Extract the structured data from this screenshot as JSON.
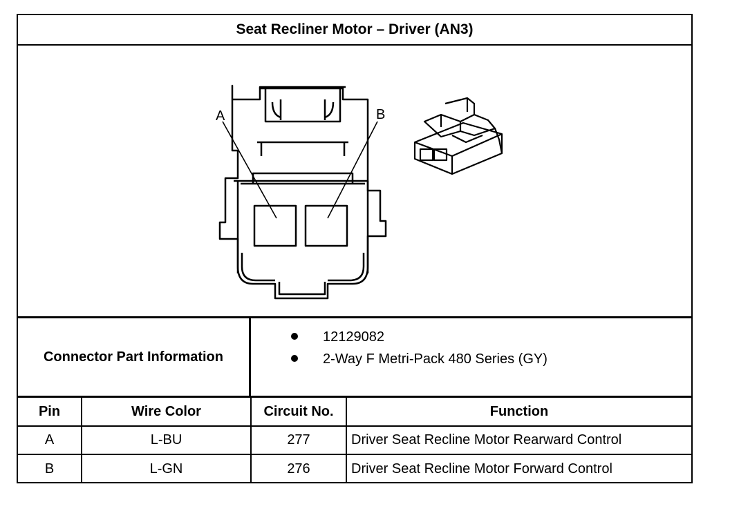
{
  "title": "Seat Recliner Motor – Driver (AN3)",
  "diagram": {
    "pin_labels": [
      "A",
      "B"
    ],
    "icons": [
      "connector-face-view",
      "connector-perspective-view"
    ]
  },
  "connector_info": {
    "label": "Connector Part Information",
    "items": [
      "12129082",
      "2-Way F Metri-Pack 480 Series (GY)"
    ]
  },
  "pin_table": {
    "headers": [
      "Pin",
      "Wire Color",
      "Circuit No.",
      "Function"
    ],
    "rows": [
      {
        "pin": "A",
        "wire_color": "L-BU",
        "circuit": "277",
        "function": "Driver Seat Recline Motor Rearward Control"
      },
      {
        "pin": "B",
        "wire_color": "L-GN",
        "circuit": "276",
        "function": "Driver Seat Recline Motor Forward Control"
      }
    ]
  }
}
